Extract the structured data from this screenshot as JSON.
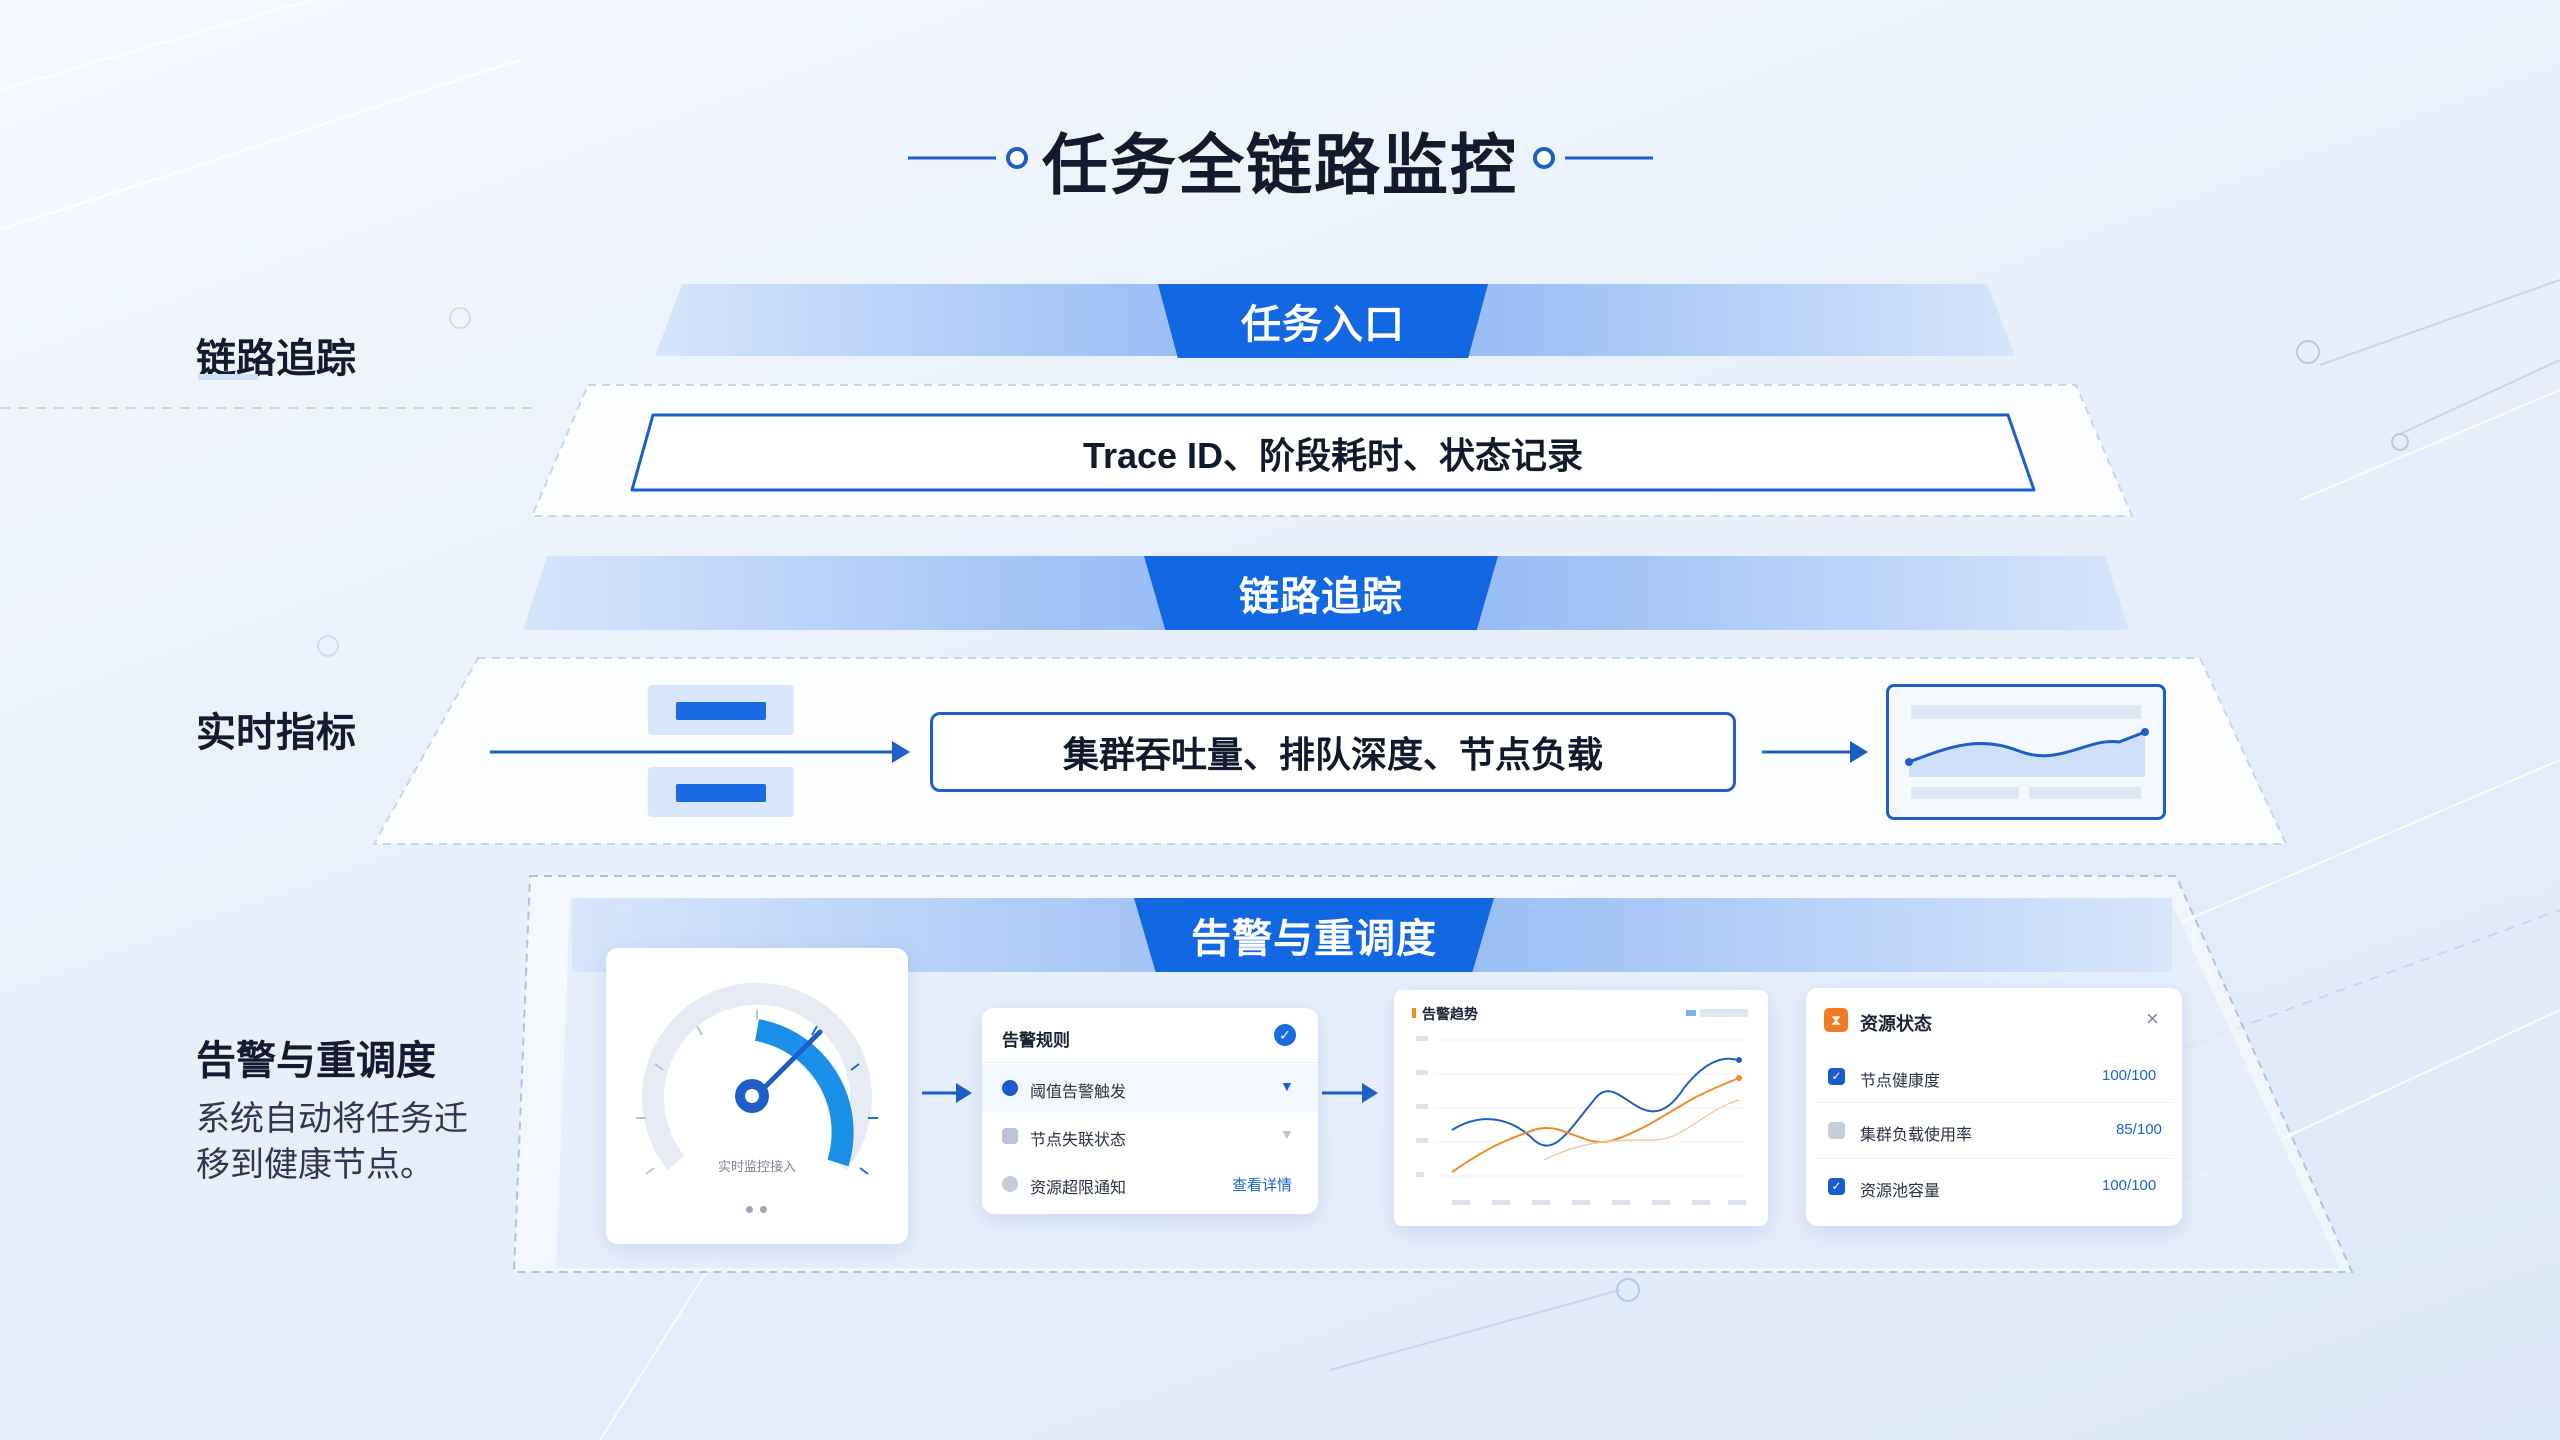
{
  "title": "任务全链路监控",
  "side_labels": {
    "tracing": "链路追踪",
    "metrics": "实时指标",
    "alert": "告警与重调度",
    "alert_desc": "系统自动将任务迁移到健康节点。"
  },
  "layers": {
    "entry_tab": "任务入口",
    "entry_box": "Trace ID、阶段耗时、状态记录",
    "trace_tab": "链路追踪",
    "metrics_box": "集群吞吐量、排队深度、节点负载",
    "alert_tab": "告警与重调度"
  },
  "gauge": {
    "label": "实时监控接入",
    "value_fraction": 0.65
  },
  "alert_rules": {
    "title": "告警规则",
    "items": [
      {
        "label": "阈值告警触发",
        "action": ""
      },
      {
        "label": "节点失联状态",
        "action": ""
      },
      {
        "label": "资源超限通知",
        "action": "查看详情"
      }
    ]
  },
  "trend_card": {
    "title": "告警趋势"
  },
  "resource_card": {
    "title": "资源状态",
    "close": "×",
    "items": [
      {
        "label": "节点健康度",
        "value": "100/100"
      },
      {
        "label": "集群负载使用率",
        "value": "85/100"
      },
      {
        "label": "资源池容量",
        "value": "100/100"
      }
    ]
  },
  "colors": {
    "primary": "#1268e3",
    "band_light": "#d6e5fb",
    "orange": "#f08a24",
    "navy": "#1c5fc6"
  }
}
